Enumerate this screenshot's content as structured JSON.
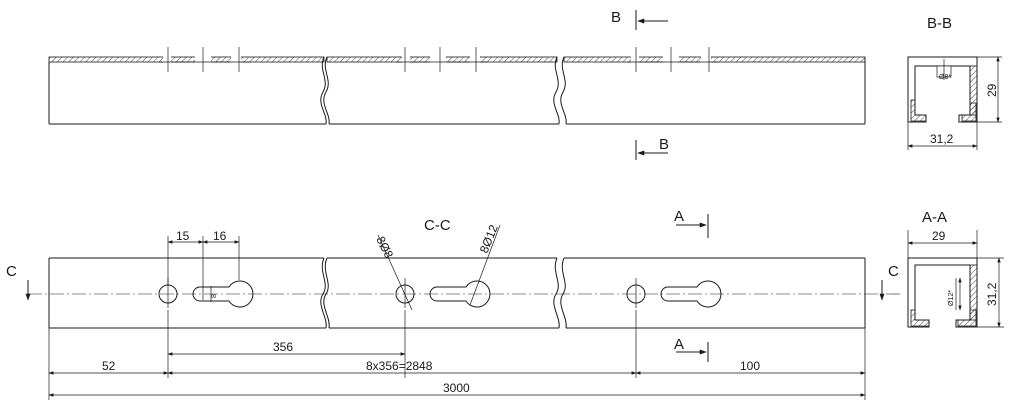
{
  "section_labels": {
    "b_top": "B",
    "b_bottom": "B",
    "bb_title": "B-B",
    "cc_title": "C-C",
    "a_top": "A",
    "a_bottom": "A",
    "aa_title": "A-A",
    "c_left": "C",
    "c_right": "C"
  },
  "dimensions": {
    "d15": "15",
    "d16": "16",
    "slot_width": "8",
    "hole_8": "8Ø8",
    "hole_12": "8Ø12",
    "d356": "356",
    "d52": "52",
    "d_pitch_total": "8x356=2848",
    "d100": "100",
    "d3000": "3000",
    "bb_width": "31,2",
    "bb_height": "29",
    "bb_hole": "Ø8*",
    "aa_width": "29",
    "aa_height": "31,2",
    "aa_hole": "Ø12*"
  }
}
